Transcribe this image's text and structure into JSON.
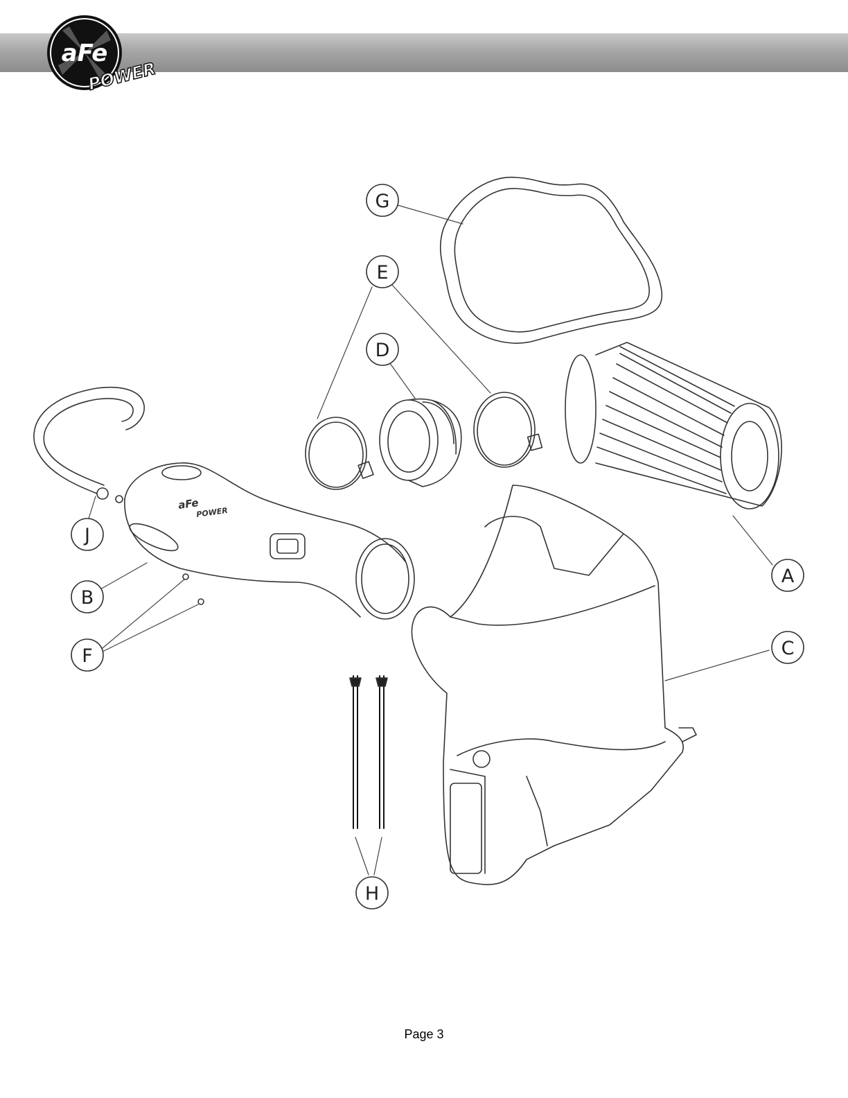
{
  "header": {
    "brand_line1": "aFe",
    "brand_line2": "POWER"
  },
  "labels": {
    "A": "A",
    "B": "B",
    "C": "C",
    "D": "D",
    "E": "E",
    "F": "F",
    "G": "G",
    "H": "H",
    "J": "J"
  },
  "part_marks": {
    "tube_logo_top": "aFe",
    "tube_logo_bottom": "POWER"
  },
  "footer": {
    "page": "Page 3"
  }
}
